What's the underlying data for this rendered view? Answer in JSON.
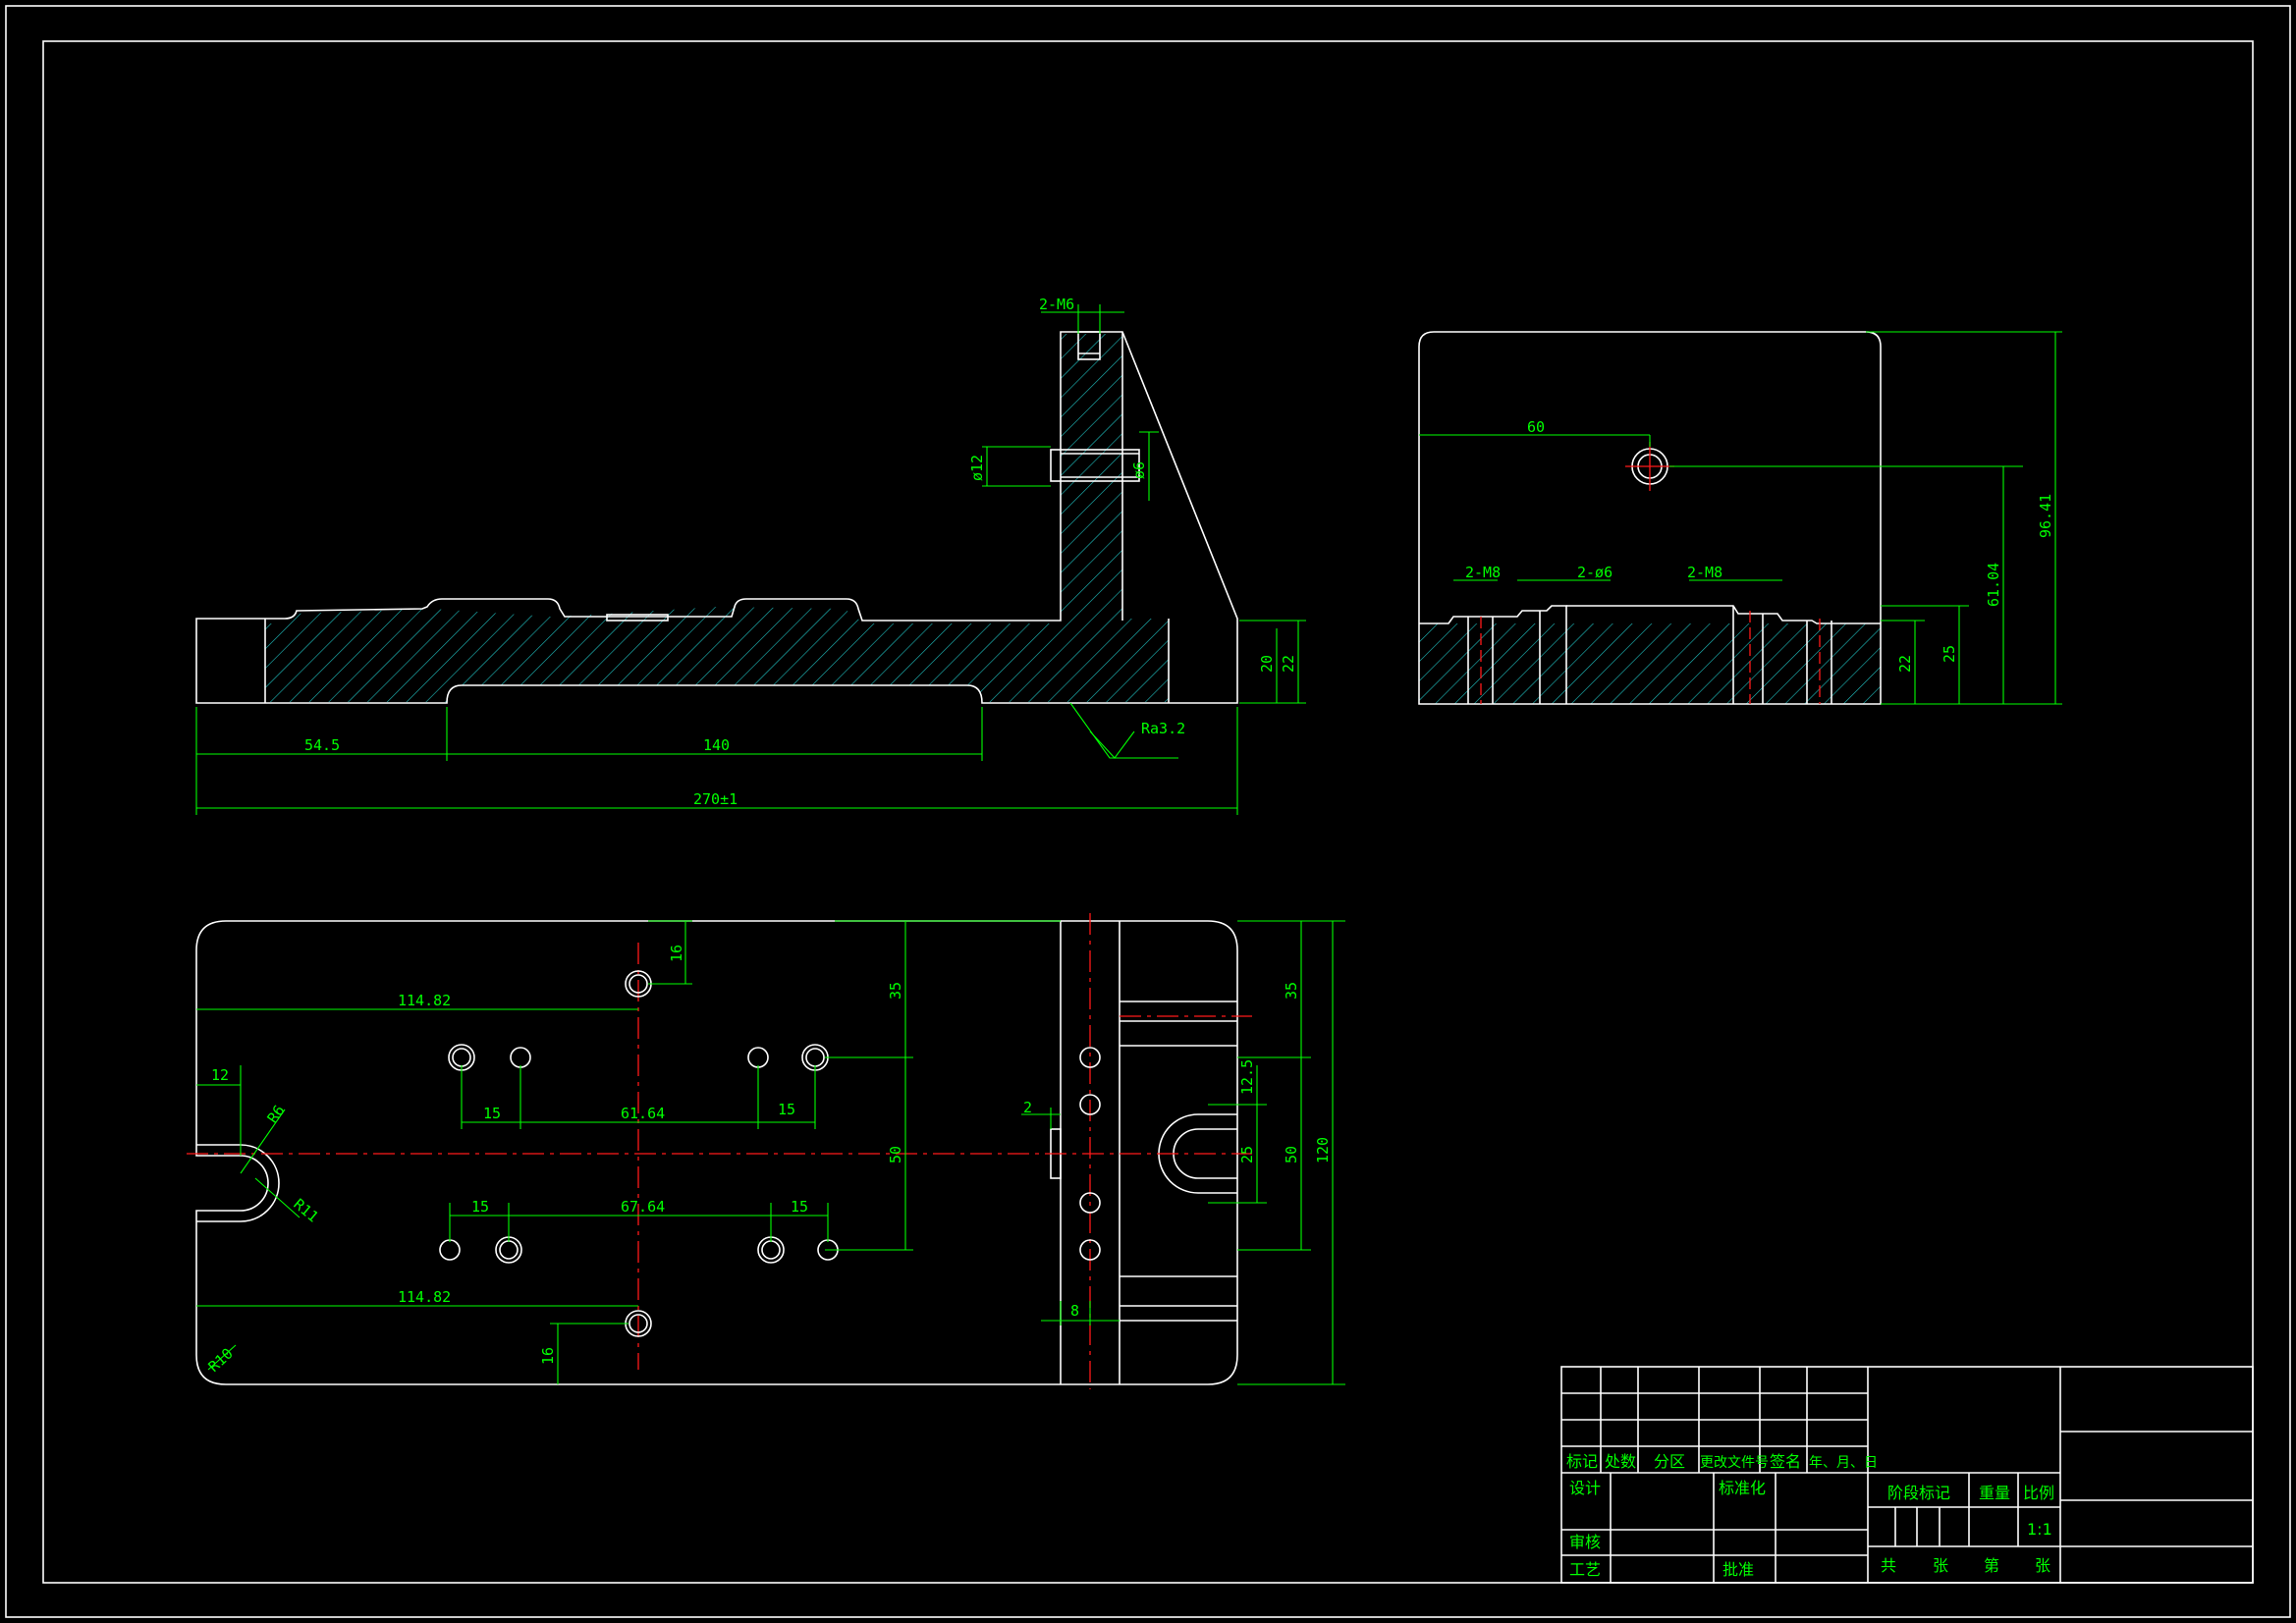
{
  "colors": {
    "background": "#000000",
    "outline": "#ffffff",
    "dimension": "#00ff00",
    "centerline": "#ff1a1a",
    "hatch": "#1fbfbf"
  },
  "front_view": {
    "thread_label": "2-M6",
    "hole_dia_label": "ø12",
    "bore_label": "ø6",
    "dim_20": "20",
    "dim_22": "22",
    "dim_54_5": "54.5",
    "dim_140": "140",
    "dim_270": "270±1",
    "roughness": "Ra3.2"
  },
  "side_view": {
    "dim_60": "60",
    "thread_left": "2-M8",
    "hole_mid": "2-ø6",
    "thread_right": "2-M8",
    "dim_22": "22",
    "dim_25": "25",
    "dim_61_04": "61.04",
    "dim_96_41": "96.41"
  },
  "top_view": {
    "dim_16_top": "16",
    "dim_114_82_top": "114.82",
    "dim_35_left": "35",
    "dim_12": "12",
    "r6": "R6",
    "r11": "R11",
    "dim_15_a": "15",
    "dim_61_64": "61.64",
    "dim_15_b": "15",
    "dim_50_left": "50",
    "dim_15_c": "15",
    "dim_67_64": "67.64",
    "dim_15_d": "15",
    "dim_114_82_bot": "114.82",
    "r10": "R10",
    "dim_16_bot": "16",
    "dim_2": "2",
    "dim_8": "8",
    "dim_12_5": "12.5",
    "dim_25": "25",
    "dim_35_right": "35",
    "dim_50_right": "50",
    "dim_120": "120"
  },
  "title_block": {
    "mark": "标记",
    "count": "处数",
    "zone": "分区",
    "change_doc": "更改文件号",
    "signature": "签名",
    "date": "年、月、日",
    "design": "设计",
    "standardize": "标准化",
    "stage_mark": "阶段标记",
    "weight": "重量",
    "scale": "比例",
    "scale_value": "1:1",
    "review": "审核",
    "process": "工艺",
    "approve": "批准",
    "total": "共",
    "sheet1": "张",
    "number": "第",
    "sheet2": "张"
  }
}
